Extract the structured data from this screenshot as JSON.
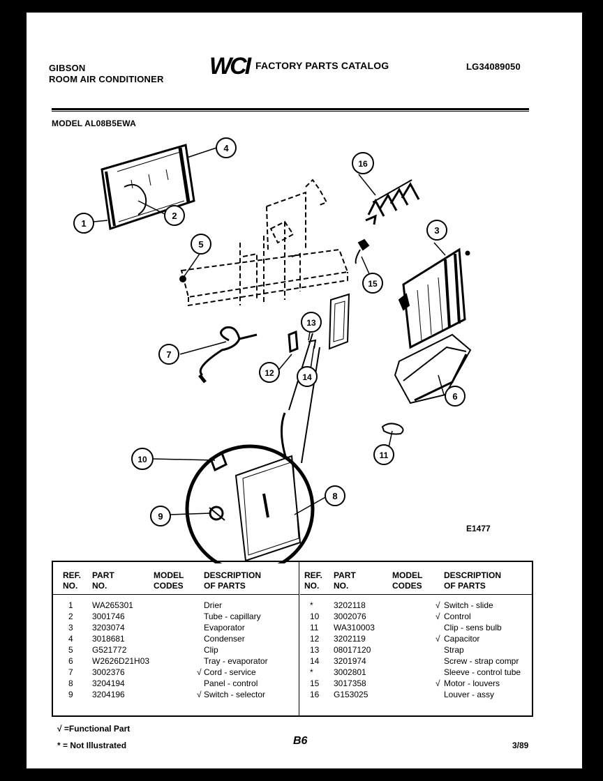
{
  "header": {
    "brand": "GIBSON",
    "product": "ROOM AIR CONDITIONER",
    "logo": "WCI",
    "catalog_title": "FACTORY PARTS CATALOG",
    "catalog_number": "LG34089050",
    "model": "MODEL AL08B5EWA"
  },
  "diagram": {
    "callouts": [
      "1",
      "2",
      "3",
      "4",
      "5",
      "6",
      "7",
      "8",
      "9",
      "10",
      "11",
      "12",
      "13",
      "14",
      "15",
      "16"
    ],
    "figure_code": "E1477"
  },
  "table": {
    "headers": [
      [
        "REF.",
        "NO."
      ],
      [
        "PART",
        "NO."
      ],
      [
        "MODEL",
        "CODES"
      ],
      [
        "DESCRIPTION",
        "OF PARTS"
      ]
    ],
    "left_rows": [
      {
        "ref": "1",
        "part": "WA265301",
        "mark": "",
        "desc": "Drier"
      },
      {
        "ref": "2",
        "part": "3001746",
        "mark": "",
        "desc": "Tube - capillary"
      },
      {
        "ref": "3",
        "part": "3203074",
        "mark": "",
        "desc": "Evaporator"
      },
      {
        "ref": "4",
        "part": "3018681",
        "mark": "",
        "desc": "Condenser"
      },
      {
        "ref": "5",
        "part": "G521772",
        "mark": "",
        "desc": "Clip"
      },
      {
        "ref": "6",
        "part": "W2626D21H03",
        "mark": "",
        "desc": "Tray - evaporator"
      },
      {
        "ref": "7",
        "part": "3002376",
        "mark": "√",
        "desc": "Cord - service"
      },
      {
        "ref": "8",
        "part": "3204194",
        "mark": "",
        "desc": "Panel - control"
      },
      {
        "ref": "9",
        "part": "3204196",
        "mark": "√",
        "desc": "Switch - selector"
      }
    ],
    "right_rows": [
      {
        "ref": "*",
        "part": "3202118",
        "mark": "√",
        "desc": "Switch - slide"
      },
      {
        "ref": "10",
        "part": "3002076",
        "mark": "√",
        "desc": "Control"
      },
      {
        "ref": "11",
        "part": "WA310003",
        "mark": "",
        "desc": "Clip - sens bulb"
      },
      {
        "ref": "12",
        "part": "3202119",
        "mark": "√",
        "desc": "Capacitor"
      },
      {
        "ref": "13",
        "part": "08017120",
        "mark": "",
        "desc": "Strap"
      },
      {
        "ref": "14",
        "part": "3201974",
        "mark": "",
        "desc": "Screw - strap compr"
      },
      {
        "ref": "*",
        "part": "3002801",
        "mark": "",
        "desc": "Sleeve - control tube"
      },
      {
        "ref": "15",
        "part": "3017358",
        "mark": "√",
        "desc": "Motor - louvers"
      },
      {
        "ref": "16",
        "part": "G153025",
        "mark": "",
        "desc": "Louver - assy"
      }
    ]
  },
  "footer": {
    "legend_functional": "√ =Functional Part",
    "legend_not_illustrated": "* = Not Illustrated",
    "page": "B6",
    "date": "3/89"
  }
}
